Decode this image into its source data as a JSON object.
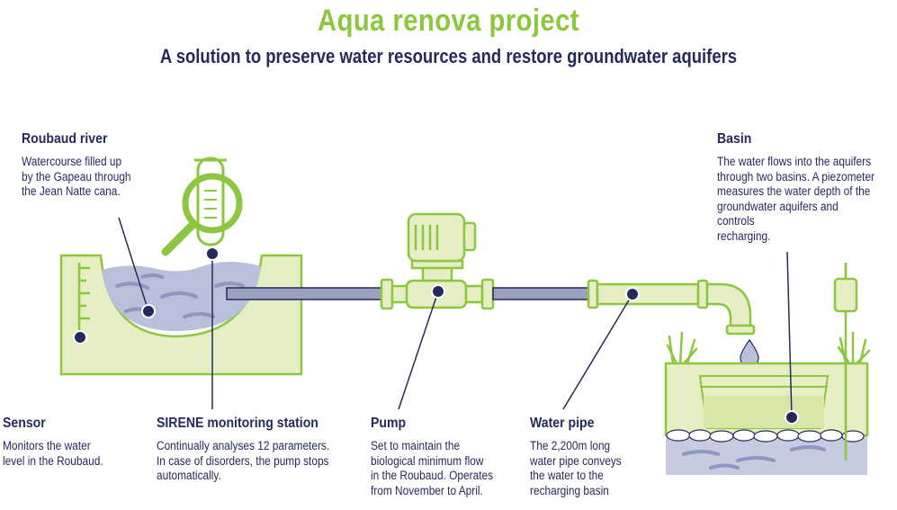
{
  "title": "Aqua renova project",
  "subtitle": "A solution to preserve water resources and restore groundwater aquifers",
  "colors": {
    "green": "#8dc63f",
    "light_green": "#e6efc4",
    "navy": "#252a5c",
    "water": "#b9c0d9",
    "water_dark": "#8e97bd",
    "pipe_gray": "#9aa2c0",
    "ground": "#c6cbe0"
  },
  "labels": {
    "roubaud": {
      "heading": "Roubaud river",
      "text": "Watercourse filled up\nby the Gapeau through\nthe Jean Natte cana."
    },
    "basin": {
      "heading": "Basin",
      "text": "The water flows into the aquifers\nthrough two basins. A piezometer\nmeasures the water depth of the\ngroundwater aquifers and controls\nrecharging."
    },
    "sensor": {
      "heading": "Sensor",
      "text": "Monitors the water\nlevel in the Roubaud."
    },
    "sirene": {
      "heading": "SIRENE monitoring station",
      "text": "Continually analyses 12 parameters.\nIn case of disorders, the pump stops\nautomatically."
    },
    "pump": {
      "heading": "Pump",
      "text": "Set to maintain the\nbiological minimum flow\nin the Roubaud. Operates\nfrom November to April."
    },
    "pipe": {
      "heading": "Water pipe",
      "text": "The 2,200m long\nwater pipe conveys\nthe water to the\nrecharging basin"
    }
  },
  "icons": [
    "magnifier-icon",
    "test-tube-icon",
    "water-drop-icon",
    "piezometer-icon",
    "reed-icon"
  ]
}
